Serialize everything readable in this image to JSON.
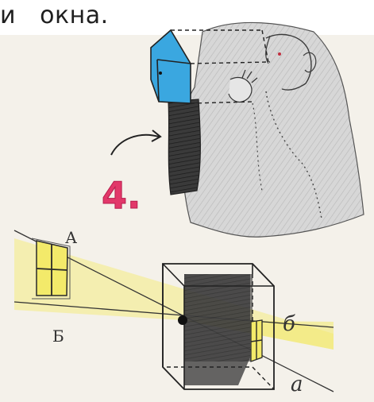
{
  "caption": {
    "text": "и   окна."
  },
  "step": {
    "number": "4."
  },
  "diagram": {
    "label_a_upper": "А",
    "label_b_upper": "Б",
    "label_b_lower": "б",
    "label_a_lower": "а"
  },
  "colors": {
    "paper": "#f4f1ea",
    "pencil": "#2a2a2a",
    "cloth": "#cfcfcf",
    "box_blue": "#3aa7e0",
    "window_yellow": "#f3ea6a",
    "step_pink": "#e2386a"
  },
  "icons": [
    "camera-obscura-box",
    "person-under-cloth",
    "curved-arrow-icon",
    "window-icon",
    "pinhole-dot"
  ]
}
